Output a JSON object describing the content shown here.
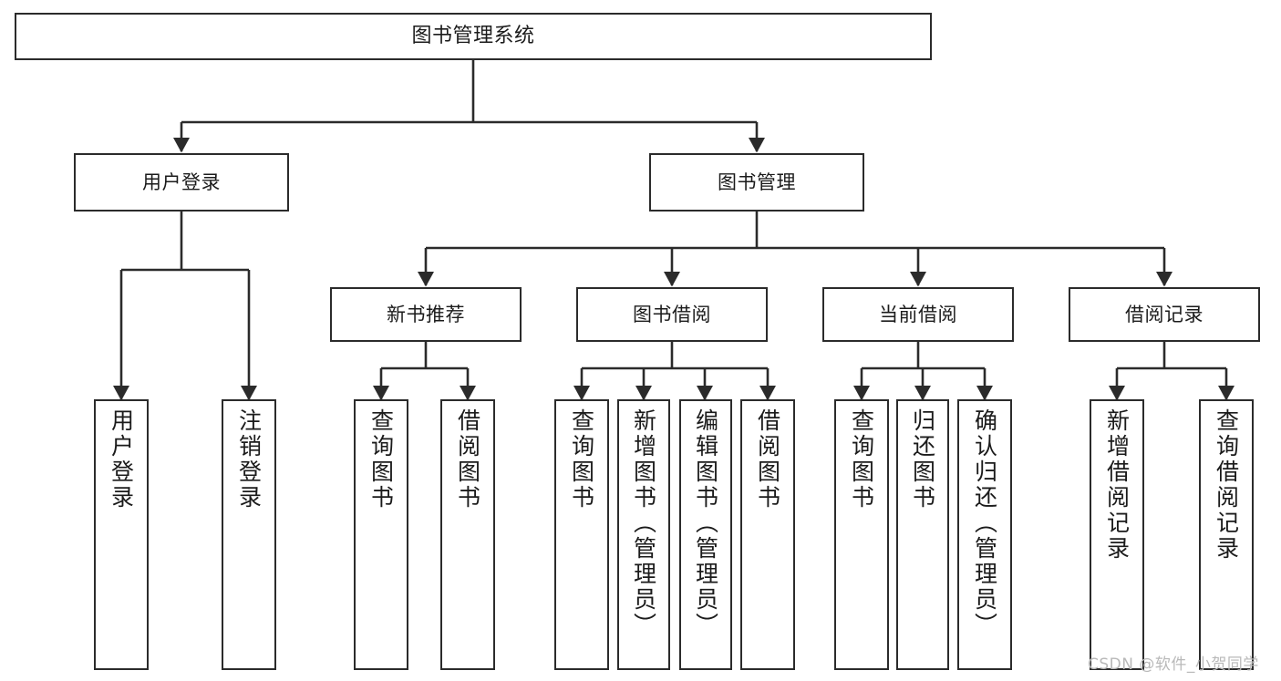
{
  "diagram": {
    "type": "tree",
    "title": "图书管理系统",
    "orientation": "top-down",
    "colors": {
      "border": "#2b2b2b",
      "fill": "#ffffff",
      "edge": "#2b2b2b",
      "text": "#1b1b1b",
      "watermark": "#b9b9b9"
    },
    "root": {
      "label": "图书管理系统"
    },
    "level2": [
      {
        "label": "用户登录"
      },
      {
        "label": "图书管理"
      }
    ],
    "level3": [
      {
        "label": "新书推荐"
      },
      {
        "label": "图书借阅"
      },
      {
        "label": "当前借阅"
      },
      {
        "label": "借阅记录"
      }
    ],
    "leaves": [
      {
        "label": "用户登录",
        "parent": "用户登录"
      },
      {
        "label": "注销登录",
        "parent": "用户登录"
      },
      {
        "label": "查询图书",
        "parent": "新书推荐"
      },
      {
        "label": "借阅图书",
        "parent": "新书推荐"
      },
      {
        "label": "查询图书",
        "parent": "图书借阅"
      },
      {
        "label": "新增图书（管理员）",
        "parent": "图书借阅"
      },
      {
        "label": "编辑图书（管理员）",
        "parent": "图书借阅"
      },
      {
        "label": "借阅图书",
        "parent": "图书借阅"
      },
      {
        "label": "查询图书",
        "parent": "当前借阅"
      },
      {
        "label": "归还图书",
        "parent": "当前借阅"
      },
      {
        "label": "确认归还（管理员）",
        "parent": "当前借阅"
      },
      {
        "label": "新增借阅记录",
        "parent": "借阅记录"
      },
      {
        "label": "查询借阅记录",
        "parent": "借阅记录"
      }
    ]
  },
  "watermark": {
    "text": "CSDN @软件_小贺同学"
  }
}
